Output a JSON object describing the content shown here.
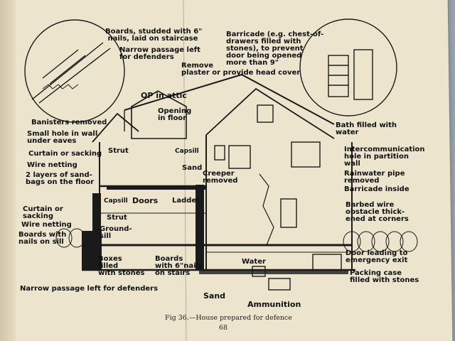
{
  "labels": {
    "boards_studded": "Boards, studded with 6\"\n nails, laid on staircase",
    "narrow_passage_top": "Narrow passage left\nfor defenders",
    "barricade_chest": "Barricade (e.g. chest-of-\ndrawers filled with\nstones), to prevent\ndoor being opened\nmore than 9\"",
    "remove_plaster": "Remove\nplaster or provide head cover",
    "op_attic": "OP in attic",
    "opening_floor": "Opening\nin floor",
    "banisters_removed": "Banisters removed",
    "small_hole": "Small hole in wall\nunder eaves",
    "curtain_sacking_top": "Curtain or sacking",
    "wire_netting_top": "Wire netting",
    "sandbags": "2 layers of sand-\nbags on the floor",
    "strut_top": "Strut",
    "capsill_top": "Capsill",
    "sand_top": "Sand",
    "creeper_removed": "Creeper\nremoved",
    "bath_water": "Bath filled with\nwater",
    "intercom_hole": "Intercommunication\nhole in partition\nwall",
    "rainwater_pipe": "Rainwater pipe\nremoved",
    "barricade_inside": "Barricade inside",
    "barbed_wire": "Barbed wire\nobstacle thick-\nened at corners",
    "curtain_sacking_low": "Curtain or\nsacking",
    "wire_netting_low": "Wire netting",
    "boards_nails_sill": "Boards with\nnails on sill",
    "capsill_low": "Capsill",
    "doors": "Doors",
    "ladder": "Ladder",
    "strut_low": "Strut",
    "groundsill": "Ground-\nsill",
    "boxes_stones": "Boxes\nfilled\nwith stones",
    "boards_stairs": "Boards\nwith 6\"nails\non stairs",
    "water": "Water",
    "door_emergency": "Door leading to\nemergency exit",
    "packing_case": "Packing case\nfilled with stones",
    "narrow_passage_bottom": "Narrow passage left for defenders",
    "sand_bottom": "Sand",
    "ammunition": "Ammunition"
  },
  "caption": "Fig 36.—House prepared for defence",
  "page_number": "68"
}
